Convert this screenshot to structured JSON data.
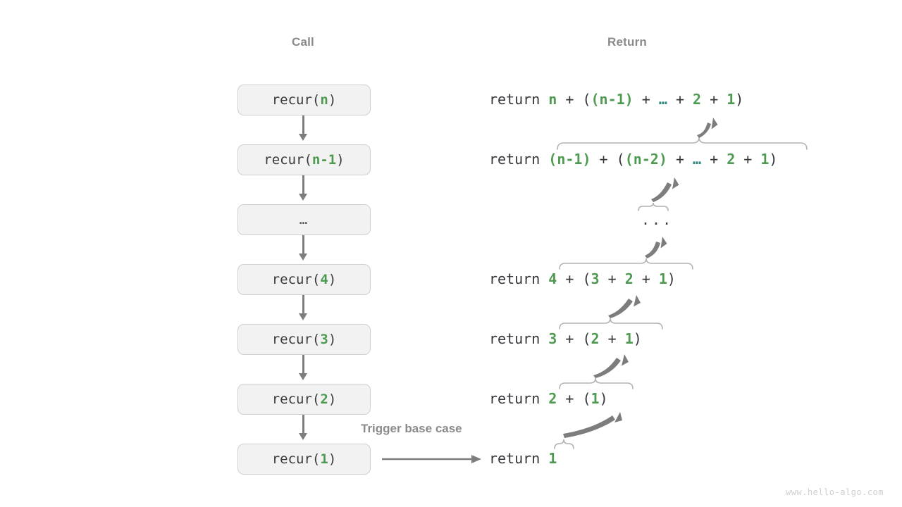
{
  "headers": {
    "call": "Call",
    "return": "Return"
  },
  "colors": {
    "green": "#4e9a51",
    "teal": "#2b8a80",
    "text": "#33363a",
    "gray": "#8a8a8a",
    "arrow": "#7d7d7d",
    "brace": "#b3b3b3",
    "box_fill": "#f2f2f2",
    "box_border": "#d0d0d0"
  },
  "call_stack": {
    "frames": [
      {
        "name": "frame-recur-n",
        "prefix": "recur(",
        "arg": "n",
        "suffix": ")",
        "label": "recur(n)"
      },
      {
        "name": "frame-recur-n-1",
        "prefix": "recur(",
        "arg": "n-1",
        "suffix": ")",
        "label": "recur(n-1)"
      },
      {
        "name": "frame-ellipsis",
        "prefix": "",
        "arg": "",
        "suffix": "",
        "label": "…"
      },
      {
        "name": "frame-recur-4",
        "prefix": "recur(",
        "arg": "4",
        "suffix": ")",
        "label": "recur(4)"
      },
      {
        "name": "frame-recur-3",
        "prefix": "recur(",
        "arg": "3",
        "suffix": ")",
        "label": "recur(3)"
      },
      {
        "name": "frame-recur-2",
        "prefix": "recur(",
        "arg": "2",
        "suffix": ")",
        "label": "recur(2)"
      },
      {
        "name": "frame-recur-1",
        "prefix": "recur(",
        "arg": "1",
        "suffix": ")",
        "label": "recur(1)"
      }
    ]
  },
  "returns": {
    "keyword": "return",
    "rows": [
      {
        "name": "return-row-n",
        "text": "return n + ((n-1) + … + 2 + 1)",
        "tokens": [
          {
            "t": "return ",
            "c": "kw"
          },
          {
            "t": "n",
            "c": "g"
          },
          {
            "t": " + (",
            "c": "op"
          },
          {
            "t": "(n-1)",
            "c": "g"
          },
          {
            "t": " + ",
            "c": "op"
          },
          {
            "t": "…",
            "c": "t"
          },
          {
            "t": " + ",
            "c": "op"
          },
          {
            "t": "2",
            "c": "g"
          },
          {
            "t": " + ",
            "c": "op"
          },
          {
            "t": "1",
            "c": "g"
          },
          {
            "t": ")",
            "c": "op"
          }
        ]
      },
      {
        "name": "return-row-n-1",
        "text": "return (n-1) + ((n-2) + … + 2 + 1)",
        "tokens": [
          {
            "t": "return ",
            "c": "kw"
          },
          {
            "t": "(n-1)",
            "c": "g"
          },
          {
            "t": " + (",
            "c": "op"
          },
          {
            "t": "(n-2)",
            "c": "g"
          },
          {
            "t": " + ",
            "c": "op"
          },
          {
            "t": "…",
            "c": "t"
          },
          {
            "t": " + ",
            "c": "op"
          },
          {
            "t": "2",
            "c": "g"
          },
          {
            "t": " + ",
            "c": "op"
          },
          {
            "t": "1",
            "c": "g"
          },
          {
            "t": ")",
            "c": "op"
          }
        ]
      },
      {
        "name": "return-row-ellipsis",
        "text": "...",
        "tokens": [
          {
            "t": "...",
            "c": "op"
          }
        ]
      },
      {
        "name": "return-row-4",
        "text": "return 4 + (3 + 2 + 1)",
        "tokens": [
          {
            "t": "return ",
            "c": "kw"
          },
          {
            "t": "4",
            "c": "g"
          },
          {
            "t": " + (",
            "c": "op"
          },
          {
            "t": "3",
            "c": "g"
          },
          {
            "t": " + ",
            "c": "op"
          },
          {
            "t": "2",
            "c": "g"
          },
          {
            "t": " + ",
            "c": "op"
          },
          {
            "t": "1",
            "c": "g"
          },
          {
            "t": ")",
            "c": "op"
          }
        ]
      },
      {
        "name": "return-row-3",
        "text": "return 3 + (2 + 1)",
        "tokens": [
          {
            "t": "return ",
            "c": "kw"
          },
          {
            "t": "3",
            "c": "g"
          },
          {
            "t": " + (",
            "c": "op"
          },
          {
            "t": "2",
            "c": "g"
          },
          {
            "t": " + ",
            "c": "op"
          },
          {
            "t": "1",
            "c": "g"
          },
          {
            "t": ")",
            "c": "op"
          }
        ]
      },
      {
        "name": "return-row-2",
        "text": "return 2 + (1)",
        "tokens": [
          {
            "t": "return ",
            "c": "kw"
          },
          {
            "t": "2",
            "c": "g"
          },
          {
            "t": " + (",
            "c": "op"
          },
          {
            "t": "1",
            "c": "g"
          },
          {
            "t": ")",
            "c": "op"
          }
        ]
      },
      {
        "name": "return-row-1",
        "text": "return 1",
        "tokens": [
          {
            "t": "return ",
            "c": "kw"
          },
          {
            "t": "1",
            "c": "g"
          }
        ]
      }
    ]
  },
  "annotations": {
    "trigger_base_case": "Trigger base case",
    "mid_dots": "..."
  },
  "watermark": "www.hello-algo.com"
}
